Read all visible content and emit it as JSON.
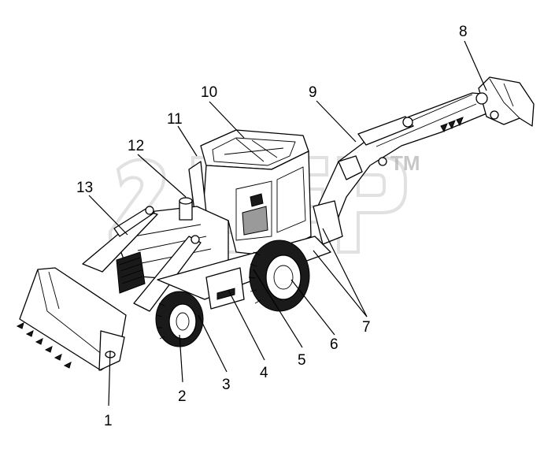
{
  "diagram": {
    "callouts": [
      {
        "label": "1"
      },
      {
        "label": "2"
      },
      {
        "label": "3"
      },
      {
        "label": "4"
      },
      {
        "label": "5"
      },
      {
        "label": "6"
      },
      {
        "label": "7"
      },
      {
        "label": "8"
      },
      {
        "label": "9"
      },
      {
        "label": "10"
      },
      {
        "label": "11"
      },
      {
        "label": "12"
      },
      {
        "label": "13"
      }
    ],
    "watermark": {
      "trademark": "TM"
    }
  }
}
